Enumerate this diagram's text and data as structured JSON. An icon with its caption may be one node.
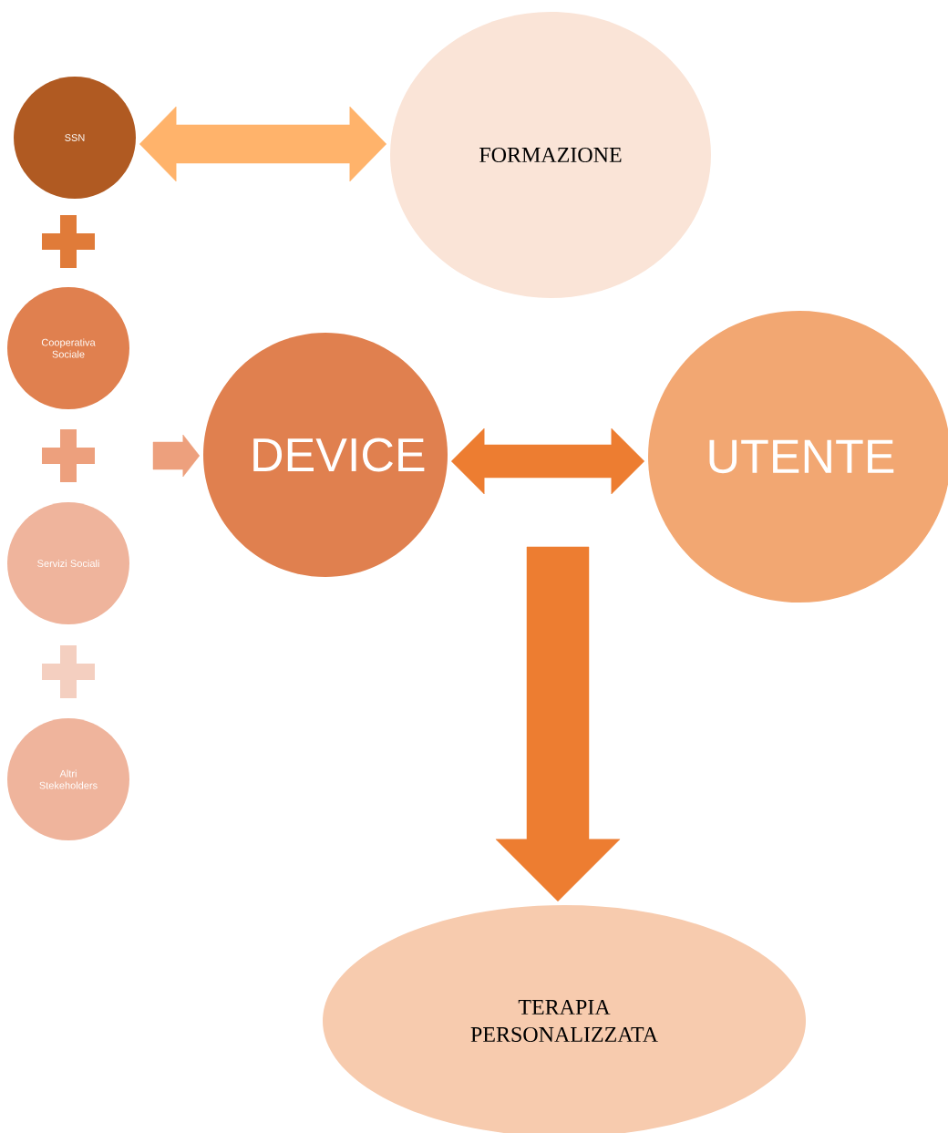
{
  "diagram": {
    "nodes": [
      {
        "text": [
          "SSN"
        ]
      },
      {
        "text": [
          "Cooperativa Sociale"
        ]
      },
      {
        "text": [
          "Servizi Sociali"
        ]
      },
      {
        "text": [
          "Altri Stekeholders"
        ]
      },
      {
        "text": [
          "FORMAZIONE"
        ]
      },
      {
        "text": [
          "DEVICE"
        ]
      },
      {
        "text": [
          "UTENTE"
        ]
      },
      {
        "text": [
          "TERAPIA PERSONALIZZATA"
        ]
      }
    ],
    "edges": [
      {
        "from": 0,
        "to": 4,
        "arrow": "both",
        "color": "#ffb36b"
      },
      {
        "from": null,
        "to": 5,
        "arrow": "to",
        "color": "#eda07d"
      },
      {
        "from": 5,
        "to": 6,
        "arrow": "both"
      },
      {
        "from": null,
        "to": 7,
        "arrow": "to",
        "style": "thick"
      }
    ]
  }
}
